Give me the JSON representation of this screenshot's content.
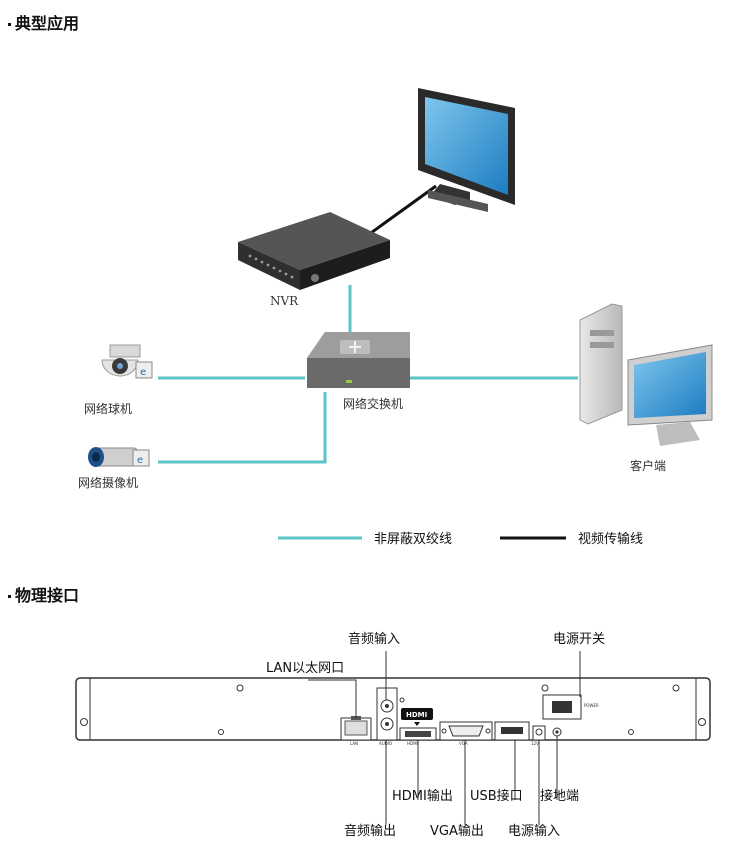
{
  "sections": {
    "typical_app_title": "典型应用",
    "physical_if_title": "物理接口"
  },
  "network": {
    "nvr_label": "NVR",
    "switch_label": "网络交换机",
    "dome_label": "网络球机",
    "bullet_label": "网络摄像机",
    "client_label": "客户端",
    "legend_utp": "非屏蔽双绞线",
    "legend_video": "视频传输线",
    "colors": {
      "utp": "#5cc4c4",
      "video": "#111111"
    }
  },
  "panel": {
    "audio_in": "音频输入",
    "lan": "LAN以太网口",
    "power_switch": "电源开关",
    "hdmi_out": "HDMI输出",
    "usb": "USB接口",
    "ground": "接地端",
    "audio_out": "音频输出",
    "vga_out": "VGA输出",
    "power_in": "电源输入",
    "silk": {
      "lan": "LAN",
      "audio": "AUDIO",
      "hdmi": "HDMI",
      "vga": "VGA",
      "power": "POWER",
      "dc": "12V"
    }
  }
}
